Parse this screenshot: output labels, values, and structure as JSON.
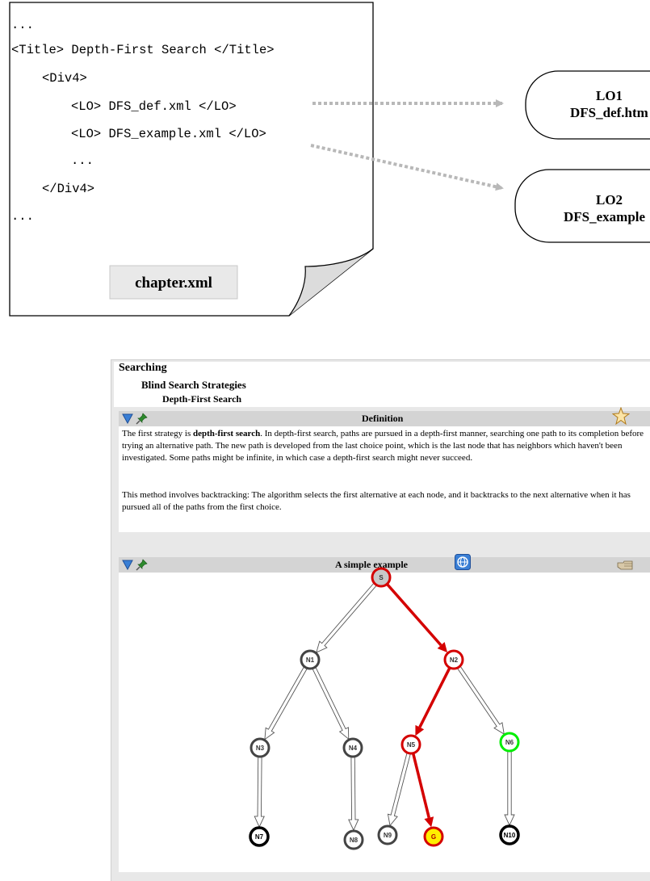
{
  "document": {
    "code_lines": [
      "...",
      "<Title> Depth-First Search </Title>",
      "<Div4>",
      "<LO> DFS_def.xml </LO>",
      "<LO> DFS_example.xml </LO>",
      "...",
      "</Div4>",
      "..."
    ],
    "file_label": "chapter.xml"
  },
  "learning_objects": [
    {
      "id": "LO1",
      "file": "DFS_def.htm"
    },
    {
      "id": "LO2",
      "file": "DFS_example"
    }
  ],
  "panel": {
    "breadcrumb": [
      "Searching",
      "Blind Search Strategies",
      "Depth-First Search"
    ],
    "definition": {
      "title": "Definition",
      "intro_before": "The first strategy is ",
      "intro_bold": "depth-first search",
      "intro_after": ". In depth-first search, paths are pursued in a depth-first manner, searching one path to its completion before trying an alternative path. The new path is developed from the last choice point, which is the last node that has neighbors which haven't been investigated. Some paths might be infinite, in which case a depth-first search might never succeed.",
      "paragraph2": "This method involves backtracking: The algorithm selects the first alternative at each node, and it backtracks to the next alternative when it has pursued all of the paths from the first choice."
    },
    "example": {
      "title": "A simple example",
      "nodes": [
        {
          "id": "S",
          "state": "start"
        },
        {
          "id": "N1",
          "state": "normal"
        },
        {
          "id": "N2",
          "state": "path"
        },
        {
          "id": "N3",
          "state": "normal"
        },
        {
          "id": "N4",
          "state": "normal"
        },
        {
          "id": "N5",
          "state": "path"
        },
        {
          "id": "N6",
          "state": "frontier"
        },
        {
          "id": "N7",
          "state": "leaf"
        },
        {
          "id": "N8",
          "state": "normal"
        },
        {
          "id": "N9",
          "state": "normal"
        },
        {
          "id": "G",
          "state": "goal"
        },
        {
          "id": "N10",
          "state": "leaf"
        }
      ],
      "edges": [
        {
          "from": "S",
          "to": "N1",
          "path": false
        },
        {
          "from": "S",
          "to": "N2",
          "path": true
        },
        {
          "from": "N1",
          "to": "N3",
          "path": false
        },
        {
          "from": "N1",
          "to": "N4",
          "path": false
        },
        {
          "from": "N2",
          "to": "N5",
          "path": true
        },
        {
          "from": "N2",
          "to": "N6",
          "path": false
        },
        {
          "from": "N3",
          "to": "N7",
          "path": false
        },
        {
          "from": "N4",
          "to": "N8",
          "path": false
        },
        {
          "from": "N5",
          "to": "N9",
          "path": false
        },
        {
          "from": "N5",
          "to": "G",
          "path": true
        },
        {
          "from": "N6",
          "to": "N10",
          "path": false
        }
      ]
    }
  },
  "colors": {
    "path": "#d40000",
    "frontier": "#00ee00",
    "goal_fill": "#ffee00",
    "start_fill": "#c8c8c8",
    "accent_blue": "#3a7fd5",
    "pin_green": "#2d8a2d"
  },
  "icons": [
    "collapse-triangle-icon",
    "pin-icon",
    "star-icon",
    "globe-icon",
    "hand-pointer-icon"
  ]
}
